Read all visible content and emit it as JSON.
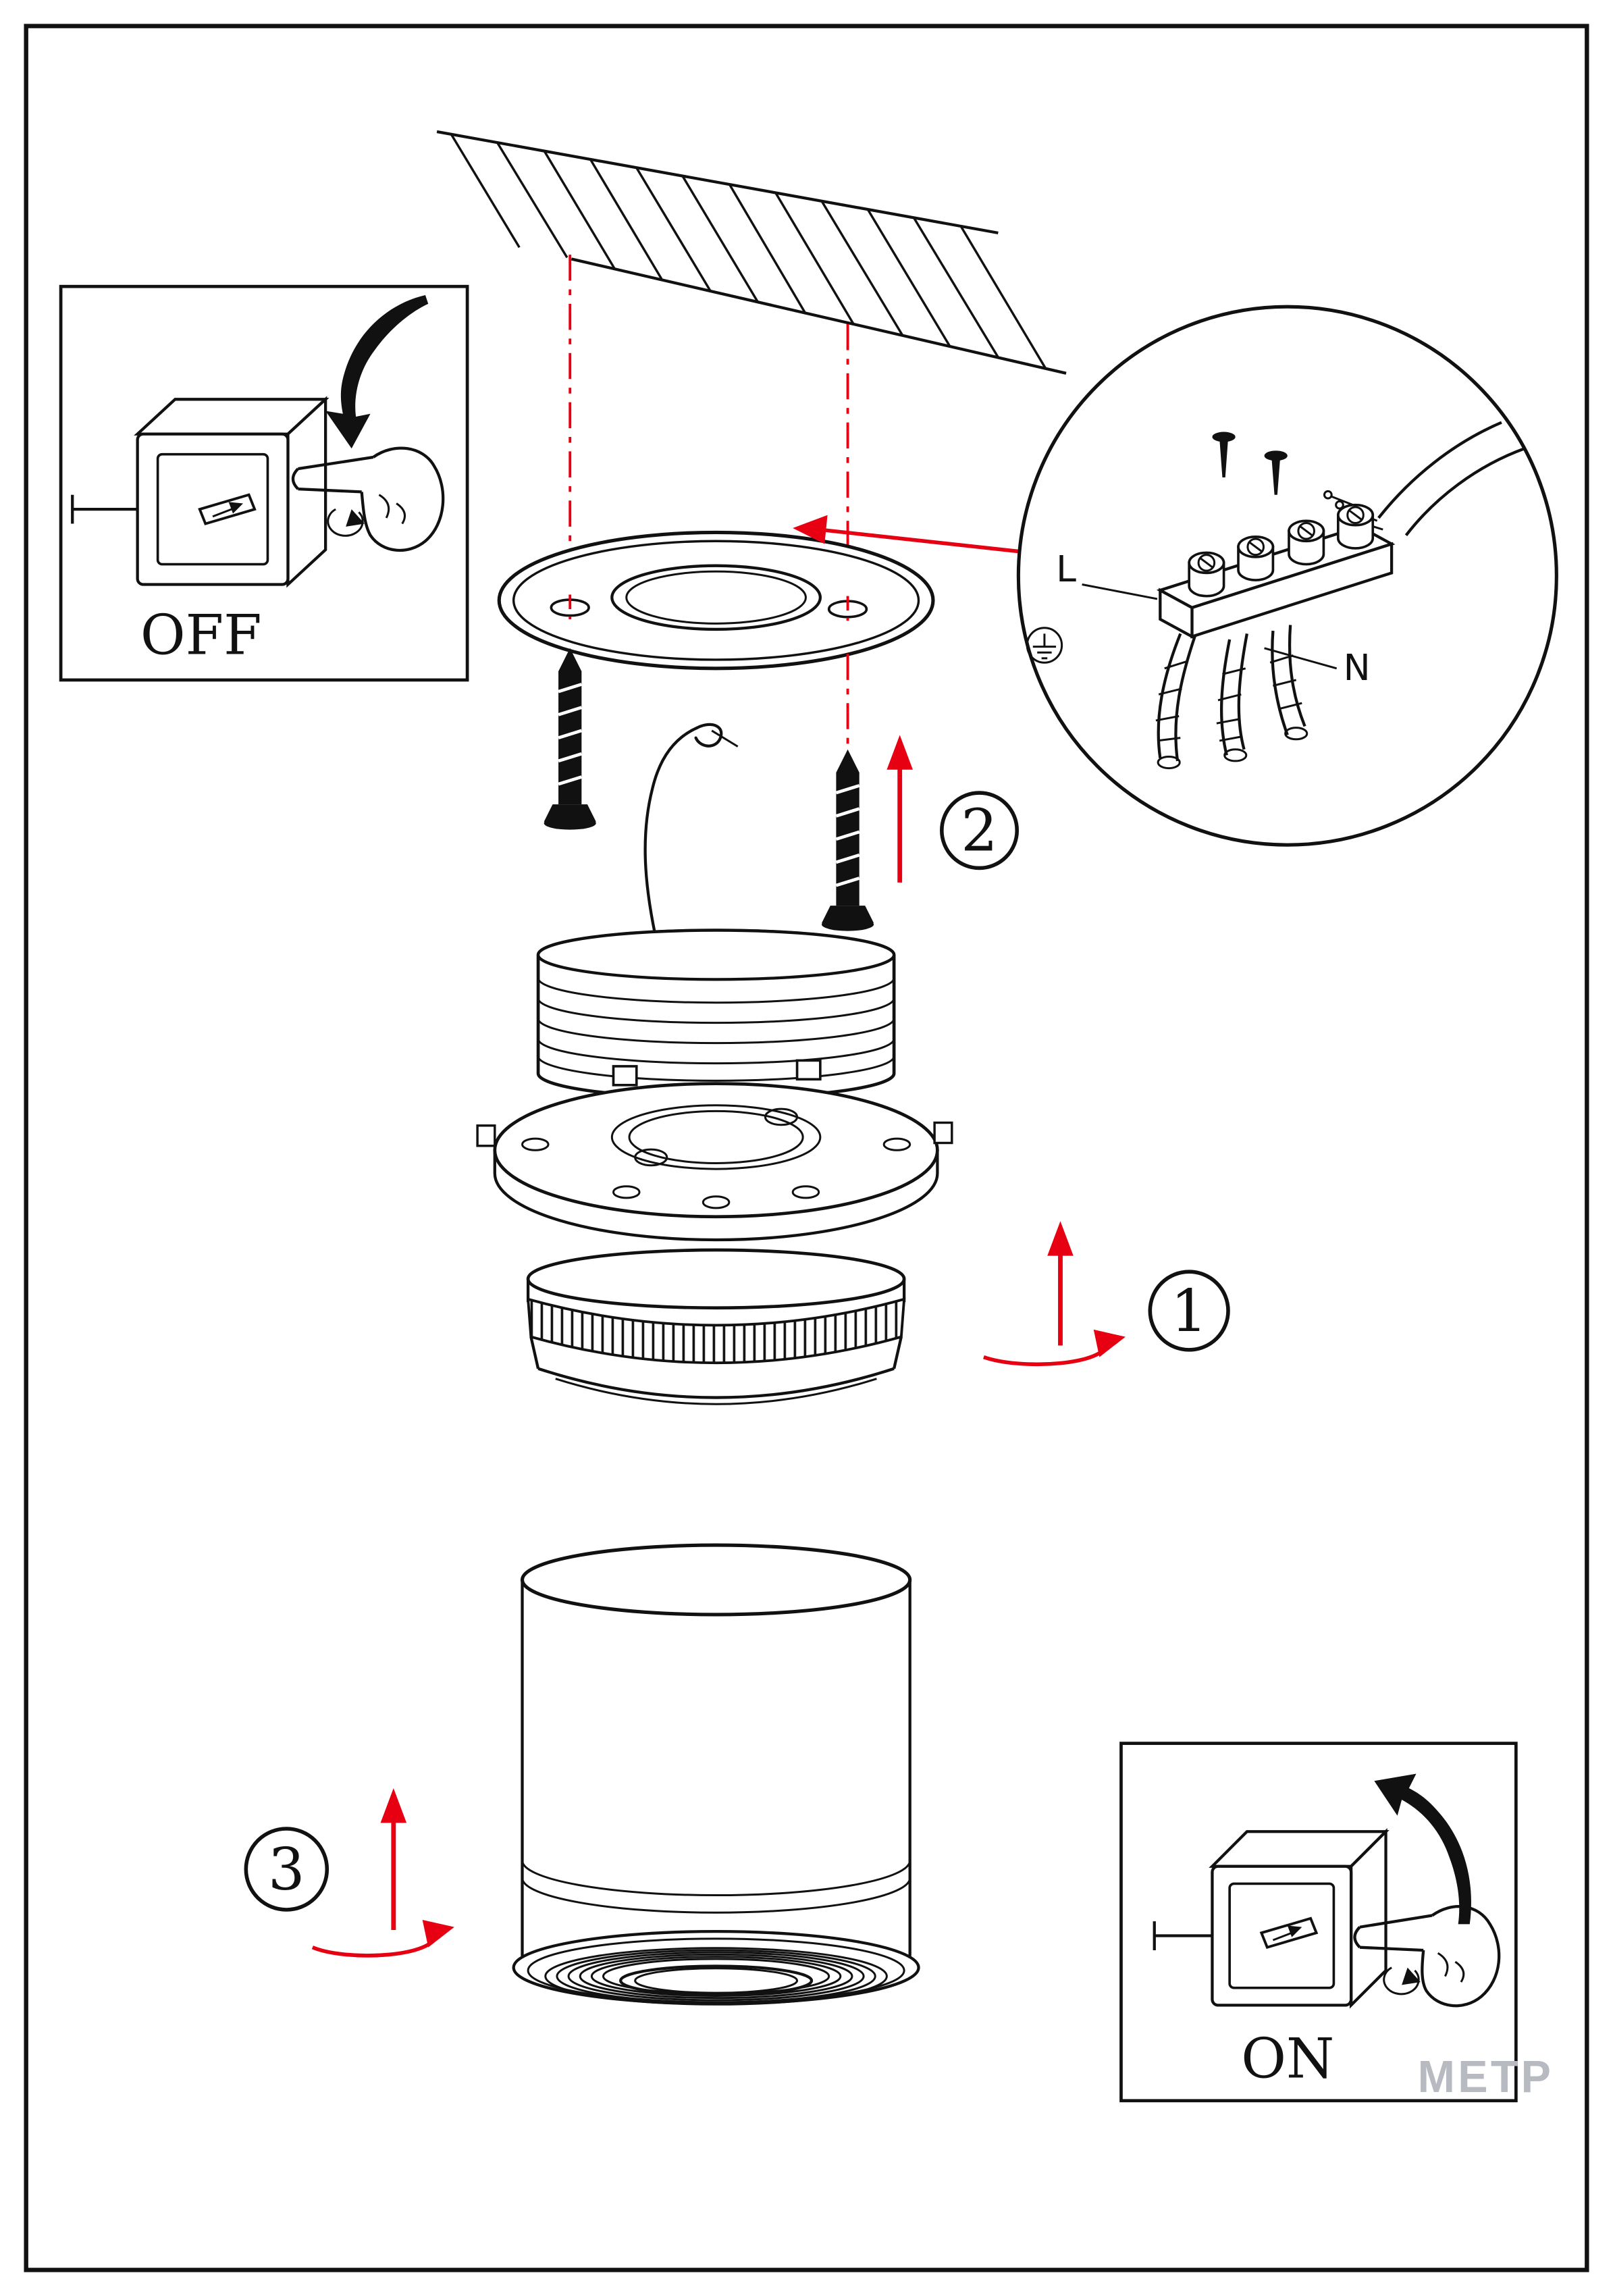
{
  "figure": {
    "watermark": "МЕТР"
  },
  "colors": {
    "accent_red": "#e60012",
    "line_ink": "#111111",
    "paper": "#ffffff",
    "watermark_gray": "#b7bbc1"
  },
  "switch_insets": {
    "off_label": "OFF",
    "on_label": "ON"
  },
  "wiring_detail": {
    "live": "L",
    "neutral": "N"
  },
  "steps": [
    {
      "number": "1"
    },
    {
      "number": "2"
    },
    {
      "number": "3"
    }
  ]
}
